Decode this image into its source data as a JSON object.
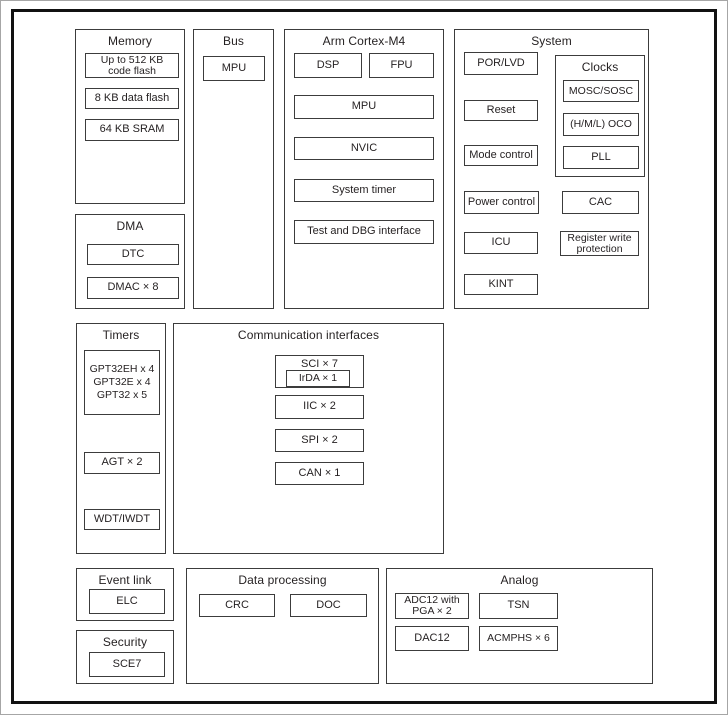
{
  "memory": {
    "title": "Memory",
    "items": [
      "Up to 512 KB code flash",
      "8 KB data flash",
      "64 KB SRAM"
    ]
  },
  "dma": {
    "title": "DMA",
    "items": [
      "DTC",
      "DMAC × 8"
    ]
  },
  "bus": {
    "title": "Bus",
    "items": [
      "MPU"
    ]
  },
  "cortex": {
    "title": "Arm Cortex-M4",
    "items": [
      "DSP",
      "FPU",
      "MPU",
      "NVIC",
      "System timer",
      "Test and DBG interface"
    ]
  },
  "system": {
    "title": "System",
    "items": [
      "POR/LVD",
      "Reset",
      "Mode control",
      "Power control",
      "ICU",
      "KINT"
    ],
    "clocks": {
      "title": "Clocks",
      "items": [
        "MOSC/SOSC",
        "(H/M/L) OCO",
        "PLL"
      ]
    },
    "right_items": [
      "CAC",
      "Register write protection"
    ]
  },
  "timers": {
    "title": "Timers",
    "gpt_lines": [
      "GPT32EH x 4",
      "GPT32E x 4",
      "GPT32 x 5"
    ],
    "items": [
      "AGT × 2",
      "WDT/IWDT"
    ]
  },
  "comm": {
    "title": "Communication interfaces",
    "sci": "SCI × 7",
    "irda": "IrDA × 1",
    "items": [
      "IIC × 2",
      "SPI × 2",
      "CAN × 1"
    ]
  },
  "event_link": {
    "title": "Event link",
    "items": [
      "ELC"
    ]
  },
  "security": {
    "title": "Security",
    "items": [
      "SCE7"
    ]
  },
  "data_processing": {
    "title": "Data processing",
    "items": [
      "CRC",
      "DOC"
    ]
  },
  "analog": {
    "title": "Analog",
    "items": [
      "ADC12 with PGA × 2",
      "TSN",
      "DAC12",
      "ACMPHS × 6"
    ]
  },
  "colors": {
    "frame_border": "#111111",
    "box_border": "#3c3c3c",
    "text": "#231f20",
    "background": "#ffffff"
  }
}
